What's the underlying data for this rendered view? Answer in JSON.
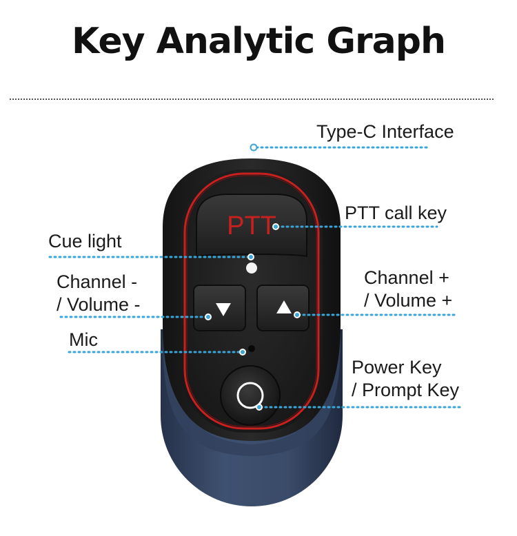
{
  "title": "Key Analytic Graph",
  "ptt_text": "PTT",
  "accent_color": "#3aa6d8",
  "labels": {
    "type_c": "Type-C Interface",
    "ptt_call": "PTT call key",
    "cue_light": "Cue light",
    "channel_minus_1": "Channel -",
    "channel_minus_2": "/ Volume -",
    "channel_plus_1": "Channel +",
    "channel_plus_2": "/ Volume +",
    "mic": "Mic",
    "power_1": "Power Key",
    "power_2": "/ Prompt Key"
  }
}
